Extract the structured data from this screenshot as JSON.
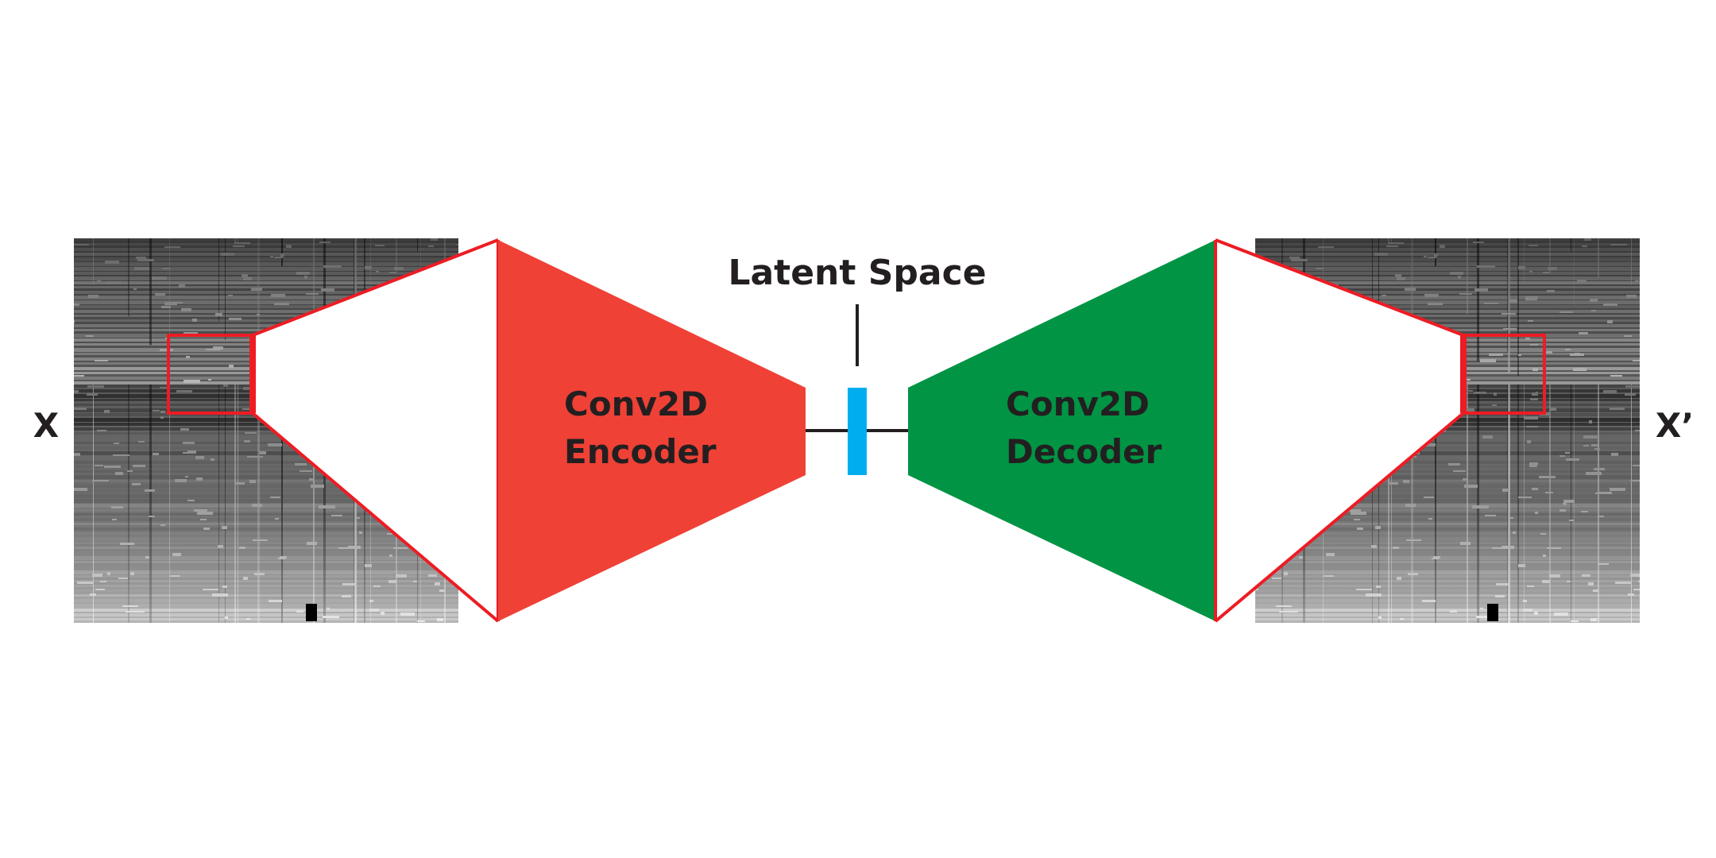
{
  "labels": {
    "input": "X",
    "output": "X’",
    "latent": "Latent Space",
    "encoder_line1": "Conv2D",
    "encoder_line2": "Encoder",
    "decoder_line1": "Conv2D",
    "decoder_line2": "Decoder"
  },
  "colors": {
    "encoder": "#ef4136",
    "decoder": "#009444",
    "latent": "#00aeef",
    "outline": "#ed1c24",
    "line": "#231f20"
  }
}
